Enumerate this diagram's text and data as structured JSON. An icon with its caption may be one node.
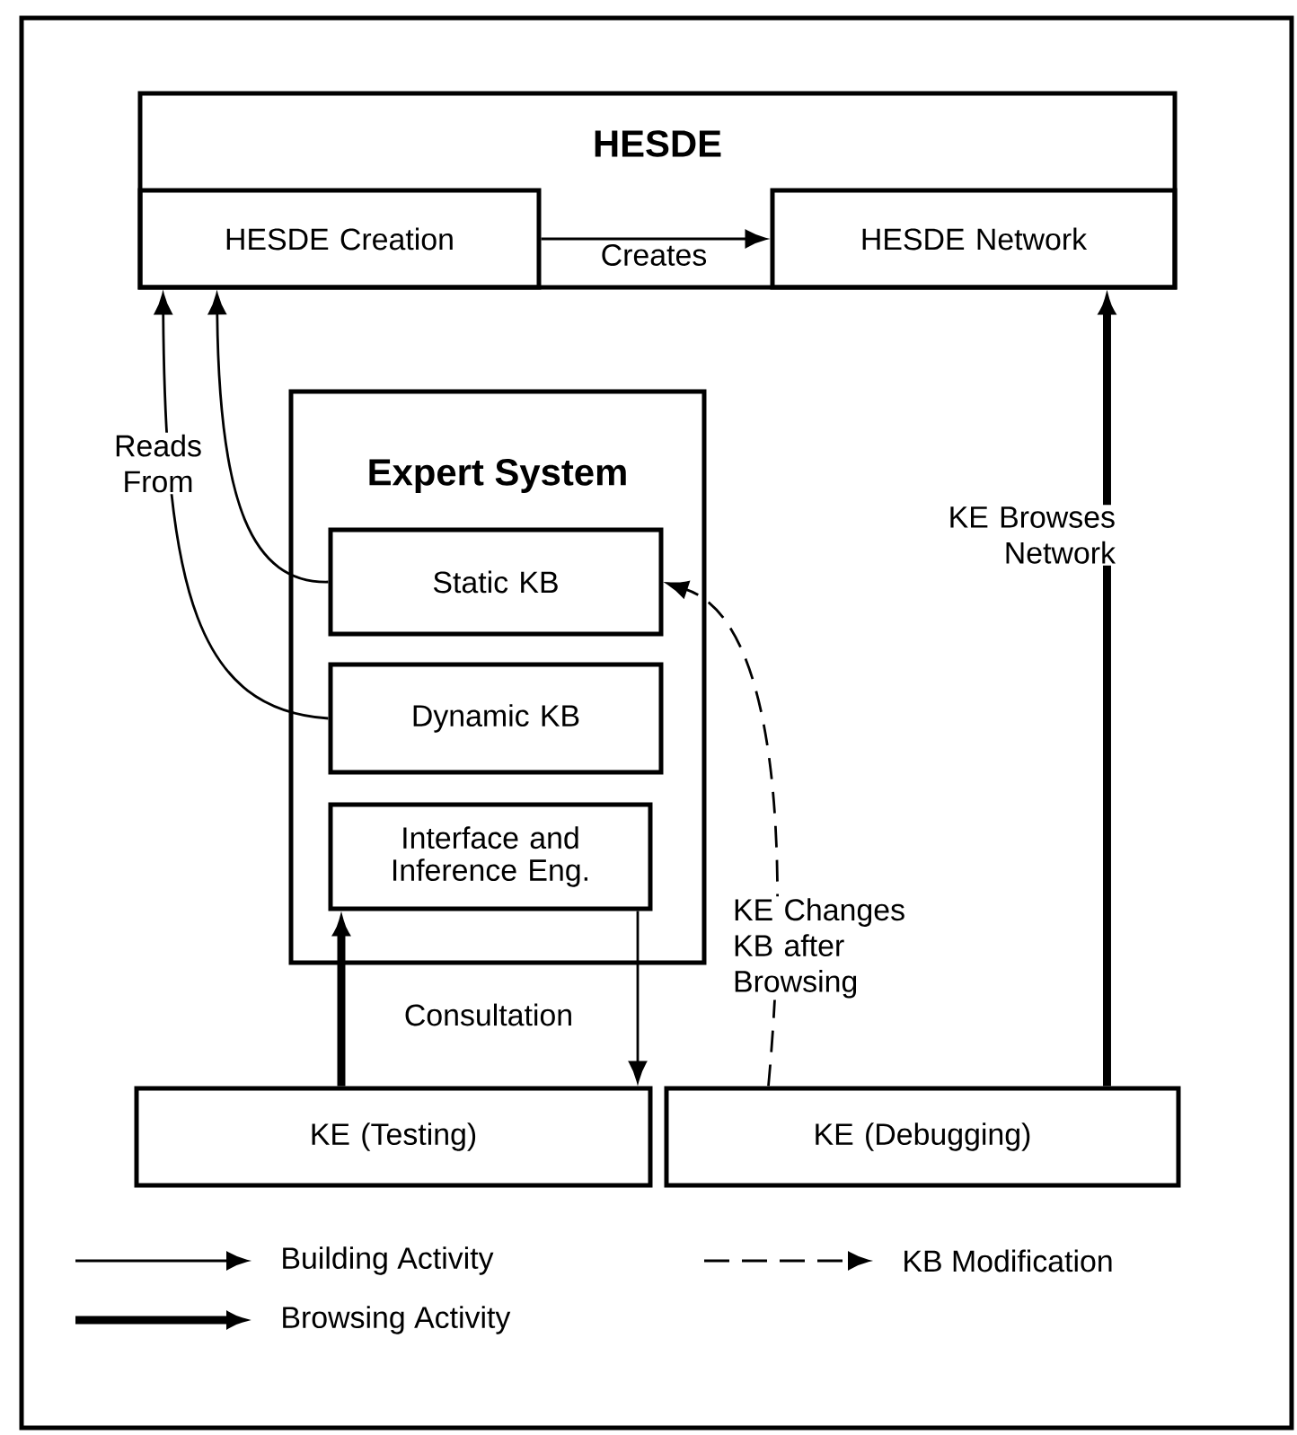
{
  "diagram": {
    "nodes": [
      {
        "text": [
          "HESDE"
        ]
      },
      {
        "text": [
          "HESDE Creation"
        ],
        "in": 0
      },
      {
        "text": [
          "HESDE Network"
        ],
        "in": 0
      },
      {
        "text": [
          "Expert System"
        ]
      },
      {
        "text": [
          "Static KB"
        ],
        "in": 3
      },
      {
        "text": [
          "Dynamic KB"
        ],
        "in": 3
      },
      {
        "text": [
          "Interface and Inference Eng."
        ],
        "in": 3
      },
      {
        "text": [
          "KE (Testing)"
        ]
      },
      {
        "text": [
          "KE (Debugging)"
        ]
      }
    ],
    "edges": [
      {
        "from": 1,
        "to": 2,
        "arrow": "to",
        "label": "Creates"
      },
      {
        "from": 5,
        "to": 1,
        "arrow": "to",
        "label": "Reads From"
      },
      {
        "from": 4,
        "to": 1,
        "arrow": "to"
      },
      {
        "from": 8,
        "to": 2,
        "arrow": "to",
        "label": "KE Browses Network",
        "style": "thick"
      },
      {
        "from": 8,
        "to": 4,
        "arrow": "to",
        "label": "KE Changes KB after Browsing",
        "style": "dashed"
      },
      {
        "from": 7,
        "to": 6,
        "arrow": "to",
        "label": "Consultation",
        "style": "thick"
      },
      {
        "from": 6,
        "to": 7,
        "arrow": "to"
      }
    ],
    "legend": [
      {
        "text": "Building Activity"
      },
      {
        "text": "Browsing Activity"
      },
      {
        "text": "KB Modification"
      }
    ]
  }
}
